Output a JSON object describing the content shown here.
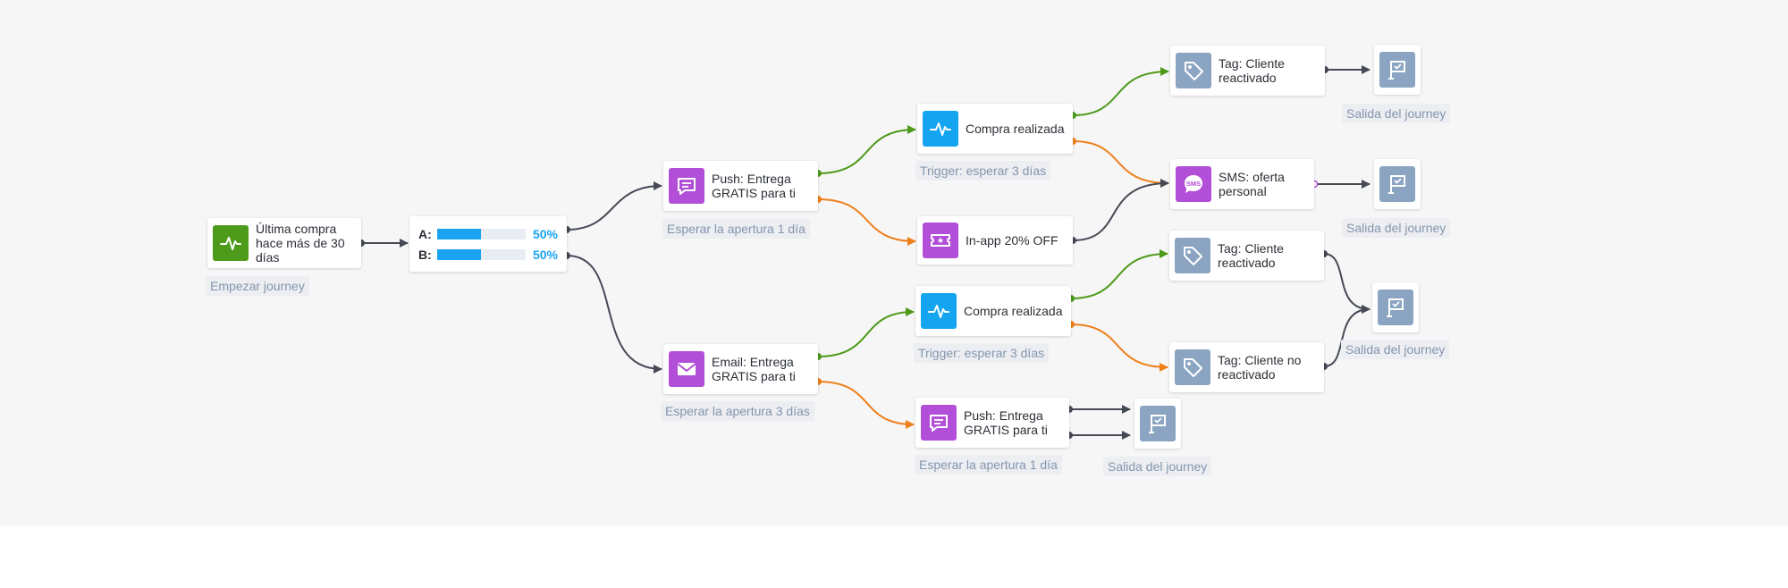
{
  "colors": {
    "green_trigger": "#4e9a1a",
    "blue_trigger": "#14a4f0",
    "purple_message": "#b24fd8",
    "grey_tag": "#8aa4c2",
    "edge_dark": "#454a55",
    "edge_green": "#4e9a1a",
    "edge_orange": "#ee7f1a",
    "percent_blue": "#1aa3f0"
  },
  "start": {
    "label": "Última compra hace más de 30 días",
    "caption": "Empezar journey",
    "icon": "pulse-icon"
  },
  "split": {
    "a_label": "A:",
    "a_percent": "50%",
    "a_share": 0.5,
    "b_label": "B:",
    "b_percent": "50%",
    "b_share": 0.5
  },
  "push_top": {
    "label": "Push: Entrega GRATIS para ti",
    "caption": "Esperar la apertura 1 día",
    "icon": "chat-bubble-icon"
  },
  "email": {
    "label": "Email: Entrega GRATIS para ti",
    "caption": "Esperar la apertura 3 días",
    "icon": "envelope-icon"
  },
  "compra_top": {
    "label": "Compra realizada",
    "caption": "Trigger: esperar 3 días",
    "icon": "pulse-icon"
  },
  "inapp": {
    "label": "In-app 20% OFF",
    "icon": "ticket-icon"
  },
  "compra_bottom": {
    "label": "Compra realizada",
    "caption": "Trigger: esperar 3 días",
    "icon": "pulse-icon"
  },
  "push_bottom": {
    "label": "Push: Entrega GRATIS para ti",
    "caption": "Esperar la apertura 1 día",
    "icon": "chat-bubble-icon"
  },
  "tag_top": {
    "label": "Tag: Cliente reactivado",
    "icon": "tag-icon"
  },
  "sms": {
    "label": "SMS: oferta personal",
    "icon": "sms-icon",
    "icon_text": "SMS"
  },
  "tag_mid": {
    "label": "Tag: Cliente reactivado",
    "icon": "tag-icon"
  },
  "tag_no": {
    "label": "Tag: Cliente no reactivado",
    "icon": "tag-icon"
  },
  "exits": {
    "label": "Salida del journey",
    "icon": "flag-icon"
  }
}
